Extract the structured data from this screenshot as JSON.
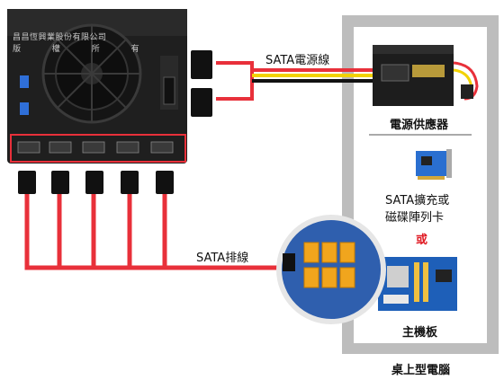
{
  "watermark": {
    "line1": "昌昌恆興業股份有限公司",
    "line2": "版 權 所 有"
  },
  "labels": {
    "sata_power_cable": "SATA電源線",
    "power_supply": "電源供應器",
    "sata_card_line1": "SATA擴充或",
    "sata_card_line2": "磁碟陣列卡",
    "or": "或",
    "motherboard": "主機板",
    "sata_cable": "SATA排線",
    "desktop_pc": "桌上型電腦"
  },
  "colors": {
    "cable_red": "#e8303a",
    "cable_yellow": "#f2d200",
    "cable_black": "#111111",
    "pc_frame": "#b8b8b8",
    "enclosure": "#1c1c1c",
    "or_red": "#e01b24"
  },
  "icons": {
    "enclosure": "hdd-enclosure-icon",
    "power_supply": "power-supply-icon",
    "expansion_card": "pcie-card-icon",
    "motherboard": "motherboard-icon"
  }
}
